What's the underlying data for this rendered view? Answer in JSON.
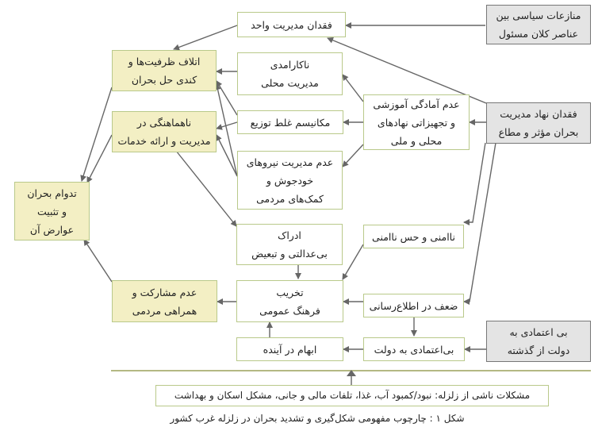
{
  "boxes": {
    "political_conflicts": "منازعات سیاسی بین\nعناصر کلان مسئول",
    "lack_unified_management": "فقدان مدیریت واحد",
    "wasted_capacity": "اتلاف ظرفیت‌ها و\nکندی حل بحران",
    "local_incompetence": "ناکارامدی\nمدیریت محلی",
    "lack_training": "عدم آمادگی آموزشی\nو تجهیزاتی نهادهای\nمحلی و ملی",
    "lack_effective_institution": "فقدان نهاد مدیریت\nبحران مؤثر و مطاع",
    "uncoordinated_services": "ناهماهنگی در\nمدیریت و ارائه خدمات",
    "wrong_distribution": "مکانیسم غلط توزیع",
    "spontaneous_forces": "عدم مدیریت نیروهای\nخودجوش و\nکمک‌های مردمی",
    "crisis_continuation": "تدوام بحران\nو تثبیت\nعوارض آن",
    "perceived_injustice": "ادراک\nبی‌عدالتی و تبعیض",
    "insecurity": "ناامنی و حس ناامنی",
    "lack_participation": "عدم مشارکت و\nهمراهی مردمی",
    "public_culture_destruction": "تخریب\nفرهنگ عمومی",
    "weak_info": "ضعف در اطلاع‌رسانی",
    "future_ambiguity": "ابهام در آینده",
    "distrust_state": "بی‌اعتمادی به دولت",
    "past_distrust": "بی اعتمادی به\nدولت از گذشته",
    "earthquake_problems": "مشکلات ناشی از زلزله: نبود/کمبود آب، غذا، تلفات مالی و جانی، مشکل اسکان و بهداشت"
  },
  "caption": "شکل ۱ : چارچوب مفهومی شکل‌گیری و تشدید بحران در زلزله غرب کشور",
  "colors": {
    "line": "#666666",
    "box_border": "#b9c98a",
    "cream": "#f3efc4",
    "grey": "#e4e4e4",
    "separator": "#9ca05a"
  }
}
